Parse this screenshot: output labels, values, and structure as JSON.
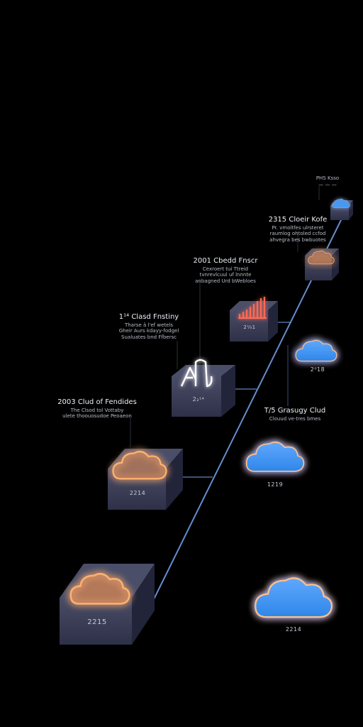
{
  "milestones": [
    {
      "title": "1¹⁴ Clasd Fnstiny",
      "lines": [
        "Tharse ä l'ef wetels",
        "Gheir Aurs kdayy-fodgel",
        "Sualuates bnd Ffbersc"
      ],
      "box_year": "2₂¹⁴"
    },
    {
      "title": "2001 Cbedd Fnscr",
      "lines": [
        "Cexroert tui Ttreid",
        "tvnrevlcuul uf lnnnte",
        "anbagned Urd bWebloes"
      ],
      "box_year": "2⅓1"
    },
    {
      "title": "2315 Cloeir Kofe",
      "lines": [
        "Pr. vmoltfes ulrsteret",
        "raumlog ohtoled ccfod",
        "ahvegra bes bwbuotes"
      ],
      "box_year": ""
    },
    {
      "title": "2003 Clud of Fendides",
      "lines": [
        "The Clsod tol Vottaby",
        "ulete thoouosudoe Peoaeon"
      ],
      "box_year": "2214"
    },
    {
      "title": "T/5 Grasugy Clud",
      "lines": [
        "Clouud ve-tres bmes"
      ],
      "box_year": ""
    },
    {
      "title": "PHS Ksso",
      "lines": [
        "— — —"
      ],
      "box_year": ""
    }
  ],
  "cloud_years": {
    "small": "2⁰18",
    "medium": "1219",
    "large": "2214"
  },
  "bottom_box_year": "2215",
  "colors": {
    "line": "#6f9ee6",
    "cloud_fill": "#3d8eea",
    "glow": "#ff9a4a",
    "box_front": "#383b53",
    "box_top": "#4a4e68",
    "box_side": "#22243a",
    "neon_red": "#ff6a55"
  }
}
